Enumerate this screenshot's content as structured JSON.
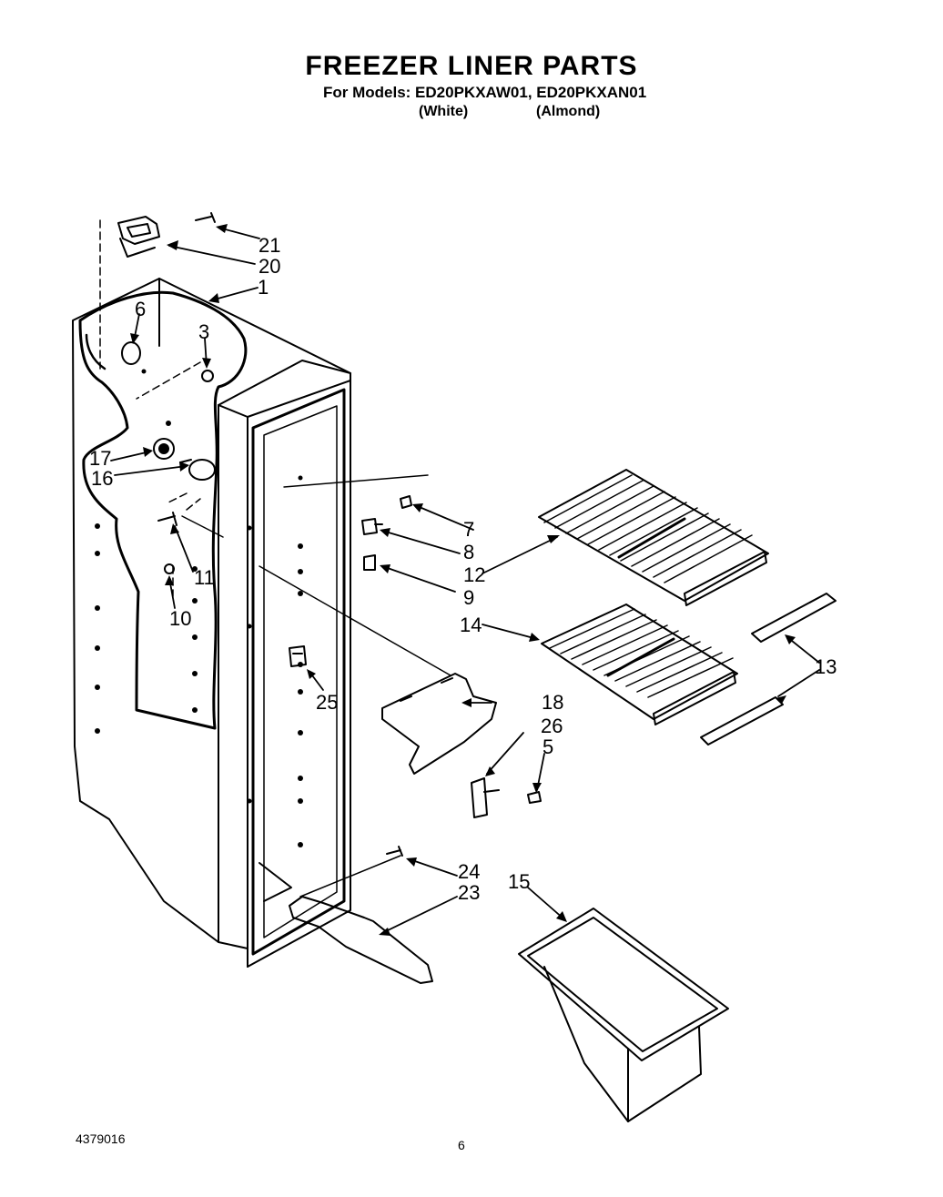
{
  "header": {
    "title": "FREEZER LINER PARTS",
    "models_line": "For Models: ED20PKXAW01, ED20PKXAN01",
    "variant_white": "(White)",
    "variant_almond": "(Almond)"
  },
  "footer": {
    "doc_number": "4379016",
    "page_number": "6"
  },
  "callouts": [
    "1",
    "3",
    "5",
    "6",
    "7",
    "8",
    "9",
    "10",
    "11",
    "12",
    "13",
    "14",
    "15",
    "16",
    "17",
    "18",
    "20",
    "21",
    "23",
    "24",
    "25",
    "26"
  ]
}
